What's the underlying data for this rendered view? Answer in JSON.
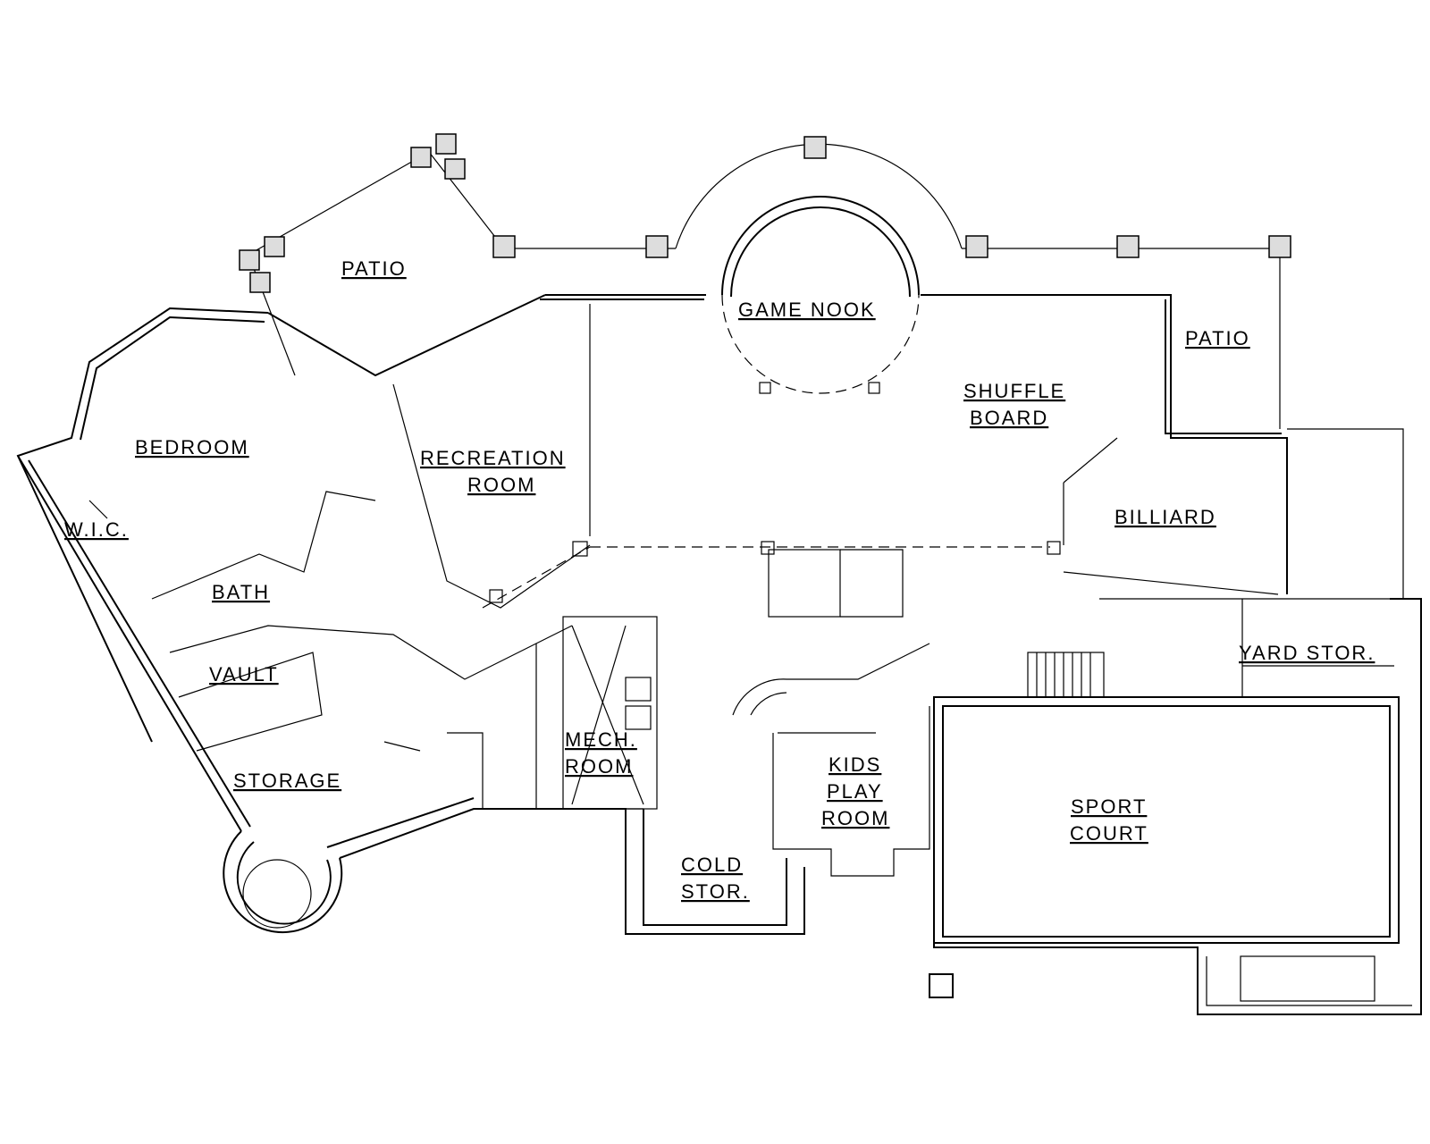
{
  "plan": {
    "rooms": {
      "patio_left": "PATIO",
      "game_nook": "GAME NOOK",
      "patio_right": "PATIO",
      "bedroom": "BEDROOM",
      "recreation_1": "RECREATION",
      "recreation_2": "ROOM",
      "shuffle_1": "SHUFFLE",
      "shuffle_2": "BOARD",
      "billiard": "BILLIARD",
      "wic": "W.I.C.",
      "bath": "BATH",
      "vault": "VAULT",
      "yard_stor": "YARD STOR.",
      "storage": "STORAGE",
      "mech_1": "MECH.",
      "mech_2": "ROOM",
      "kids_1": "KIDS",
      "kids_2": "PLAY",
      "kids_3": "ROOM",
      "sport_1": "SPORT",
      "sport_2": "COURT",
      "cold_1": "COLD",
      "cold_2": "STOR."
    }
  }
}
